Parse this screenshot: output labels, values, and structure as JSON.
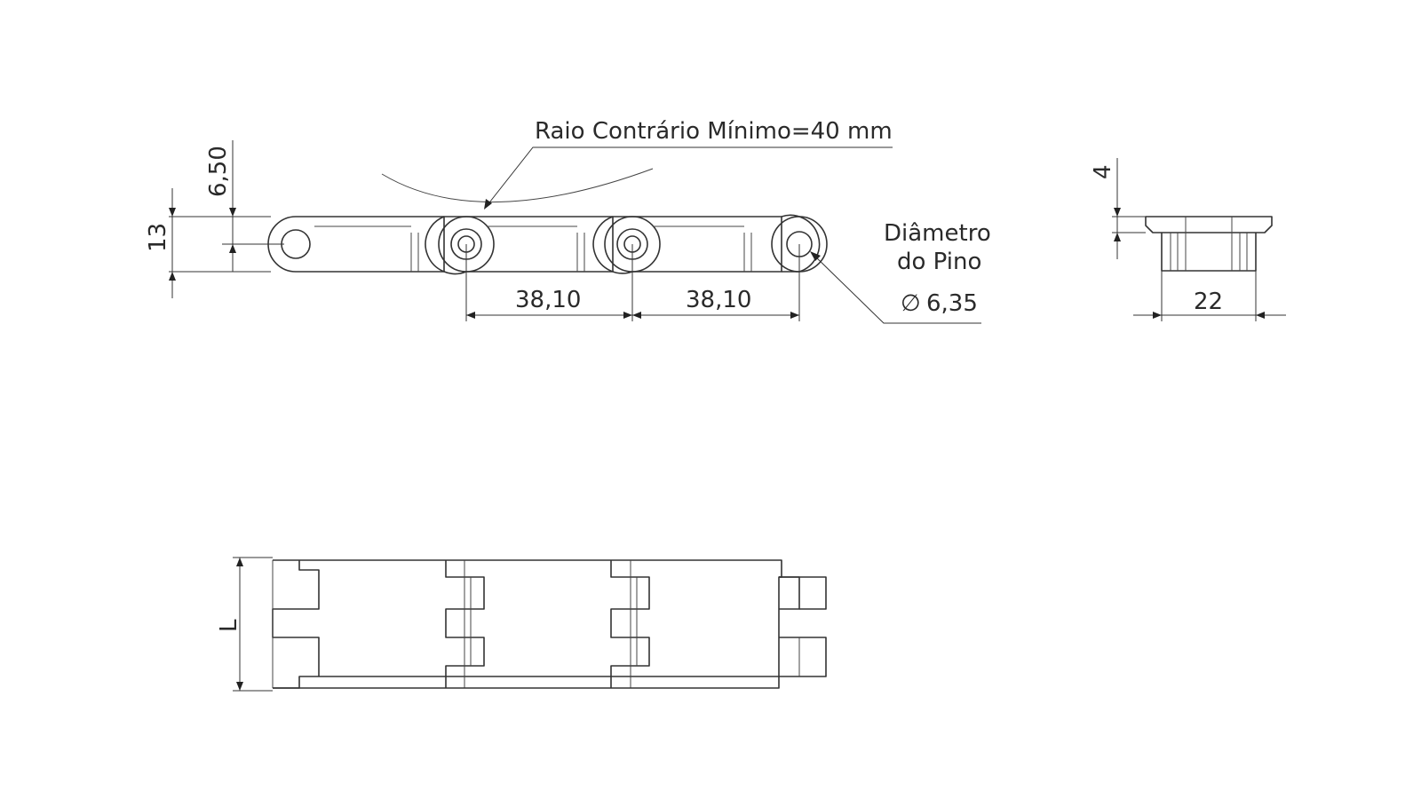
{
  "annotations": {
    "min_back_radius": "Raio Contrário Mínimo=40 mm",
    "pin_diameter_line1": "Diâmetro",
    "pin_diameter_line2": "do Pino",
    "pin_diameter_value": "6,35",
    "diameter_symbol": "∅"
  },
  "dimensions": {
    "upper_height": "6,50",
    "total_height": "13",
    "pitch_1": "38,10",
    "pitch_2": "38,10",
    "side_top": "4",
    "side_width": "22",
    "plan_width": "L"
  }
}
